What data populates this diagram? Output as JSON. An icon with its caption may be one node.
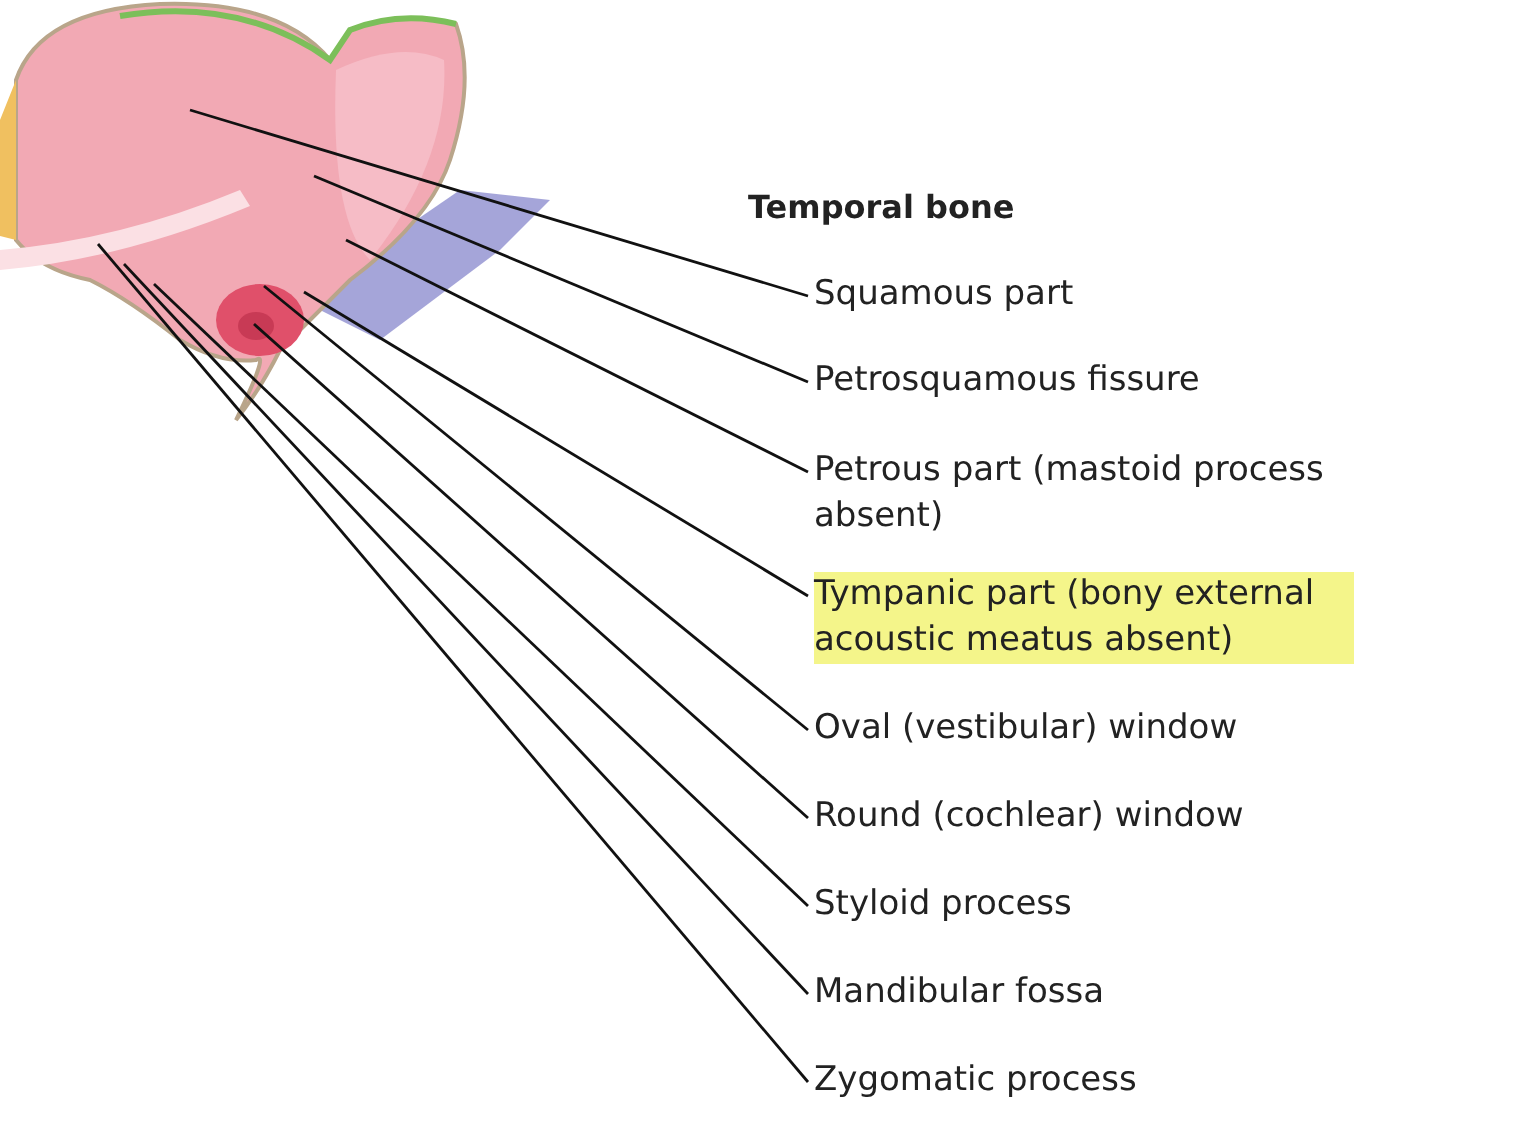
{
  "diagram": {
    "title": "Temporal bone",
    "nodes": [
      {
        "text": [
          "Squamous part"
        ]
      },
      {
        "text": [
          "Petrosquamous fissure"
        ]
      },
      {
        "text": [
          "Petrous part (mastoid process absent)"
        ]
      },
      {
        "text": [
          "Tympanic part (bony external acoustic meatus absent)"
        ]
      },
      {
        "text": [
          "Oval (vestibular) window"
        ]
      },
      {
        "text": [
          "Round (cochlear) window"
        ]
      },
      {
        "text": [
          "Styloid process"
        ]
      },
      {
        "text": [
          "Mandibular fossa"
        ]
      },
      {
        "text": [
          "Zygomatic process"
        ]
      }
    ],
    "edges": [
      {
        "from": 0,
        "to": null,
        "arrow": "none"
      },
      {
        "from": 1,
        "to": null,
        "arrow": "none"
      },
      {
        "from": 2,
        "to": null,
        "arrow": "none"
      },
      {
        "from": 3,
        "to": null,
        "arrow": "none"
      },
      {
        "from": 4,
        "to": null,
        "arrow": "none"
      },
      {
        "from": 5,
        "to": null,
        "arrow": "none"
      },
      {
        "from": 6,
        "to": null,
        "arrow": "none"
      },
      {
        "from": 7,
        "to": null,
        "arrow": "none"
      },
      {
        "from": 8,
        "to": null,
        "arrow": "none"
      }
    ]
  }
}
